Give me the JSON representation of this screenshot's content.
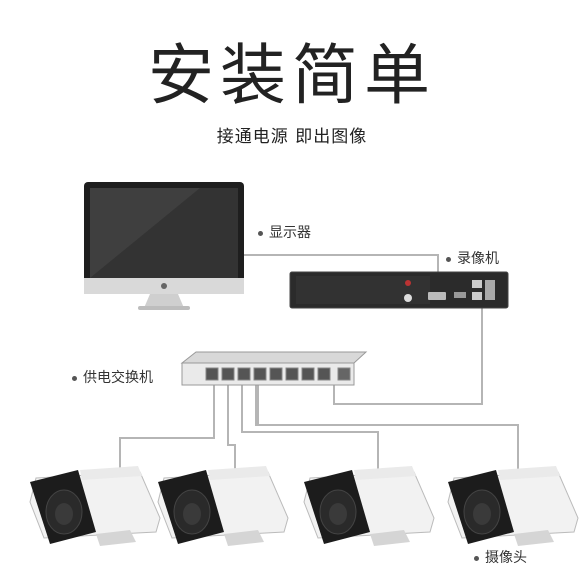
{
  "title": "安装简单",
  "subtitle": "接通电源 即出图像",
  "labels": {
    "monitor": "显示器",
    "nvr": "录像机",
    "switch": "供电交换机",
    "camera": "摄像头"
  },
  "colors": {
    "cable": "#b5b5b5",
    "device_dark": "#2b2b2b",
    "camera_body": "#1c1c1c"
  },
  "devices": {
    "camera_count": 4,
    "switch_port_count": 8
  }
}
